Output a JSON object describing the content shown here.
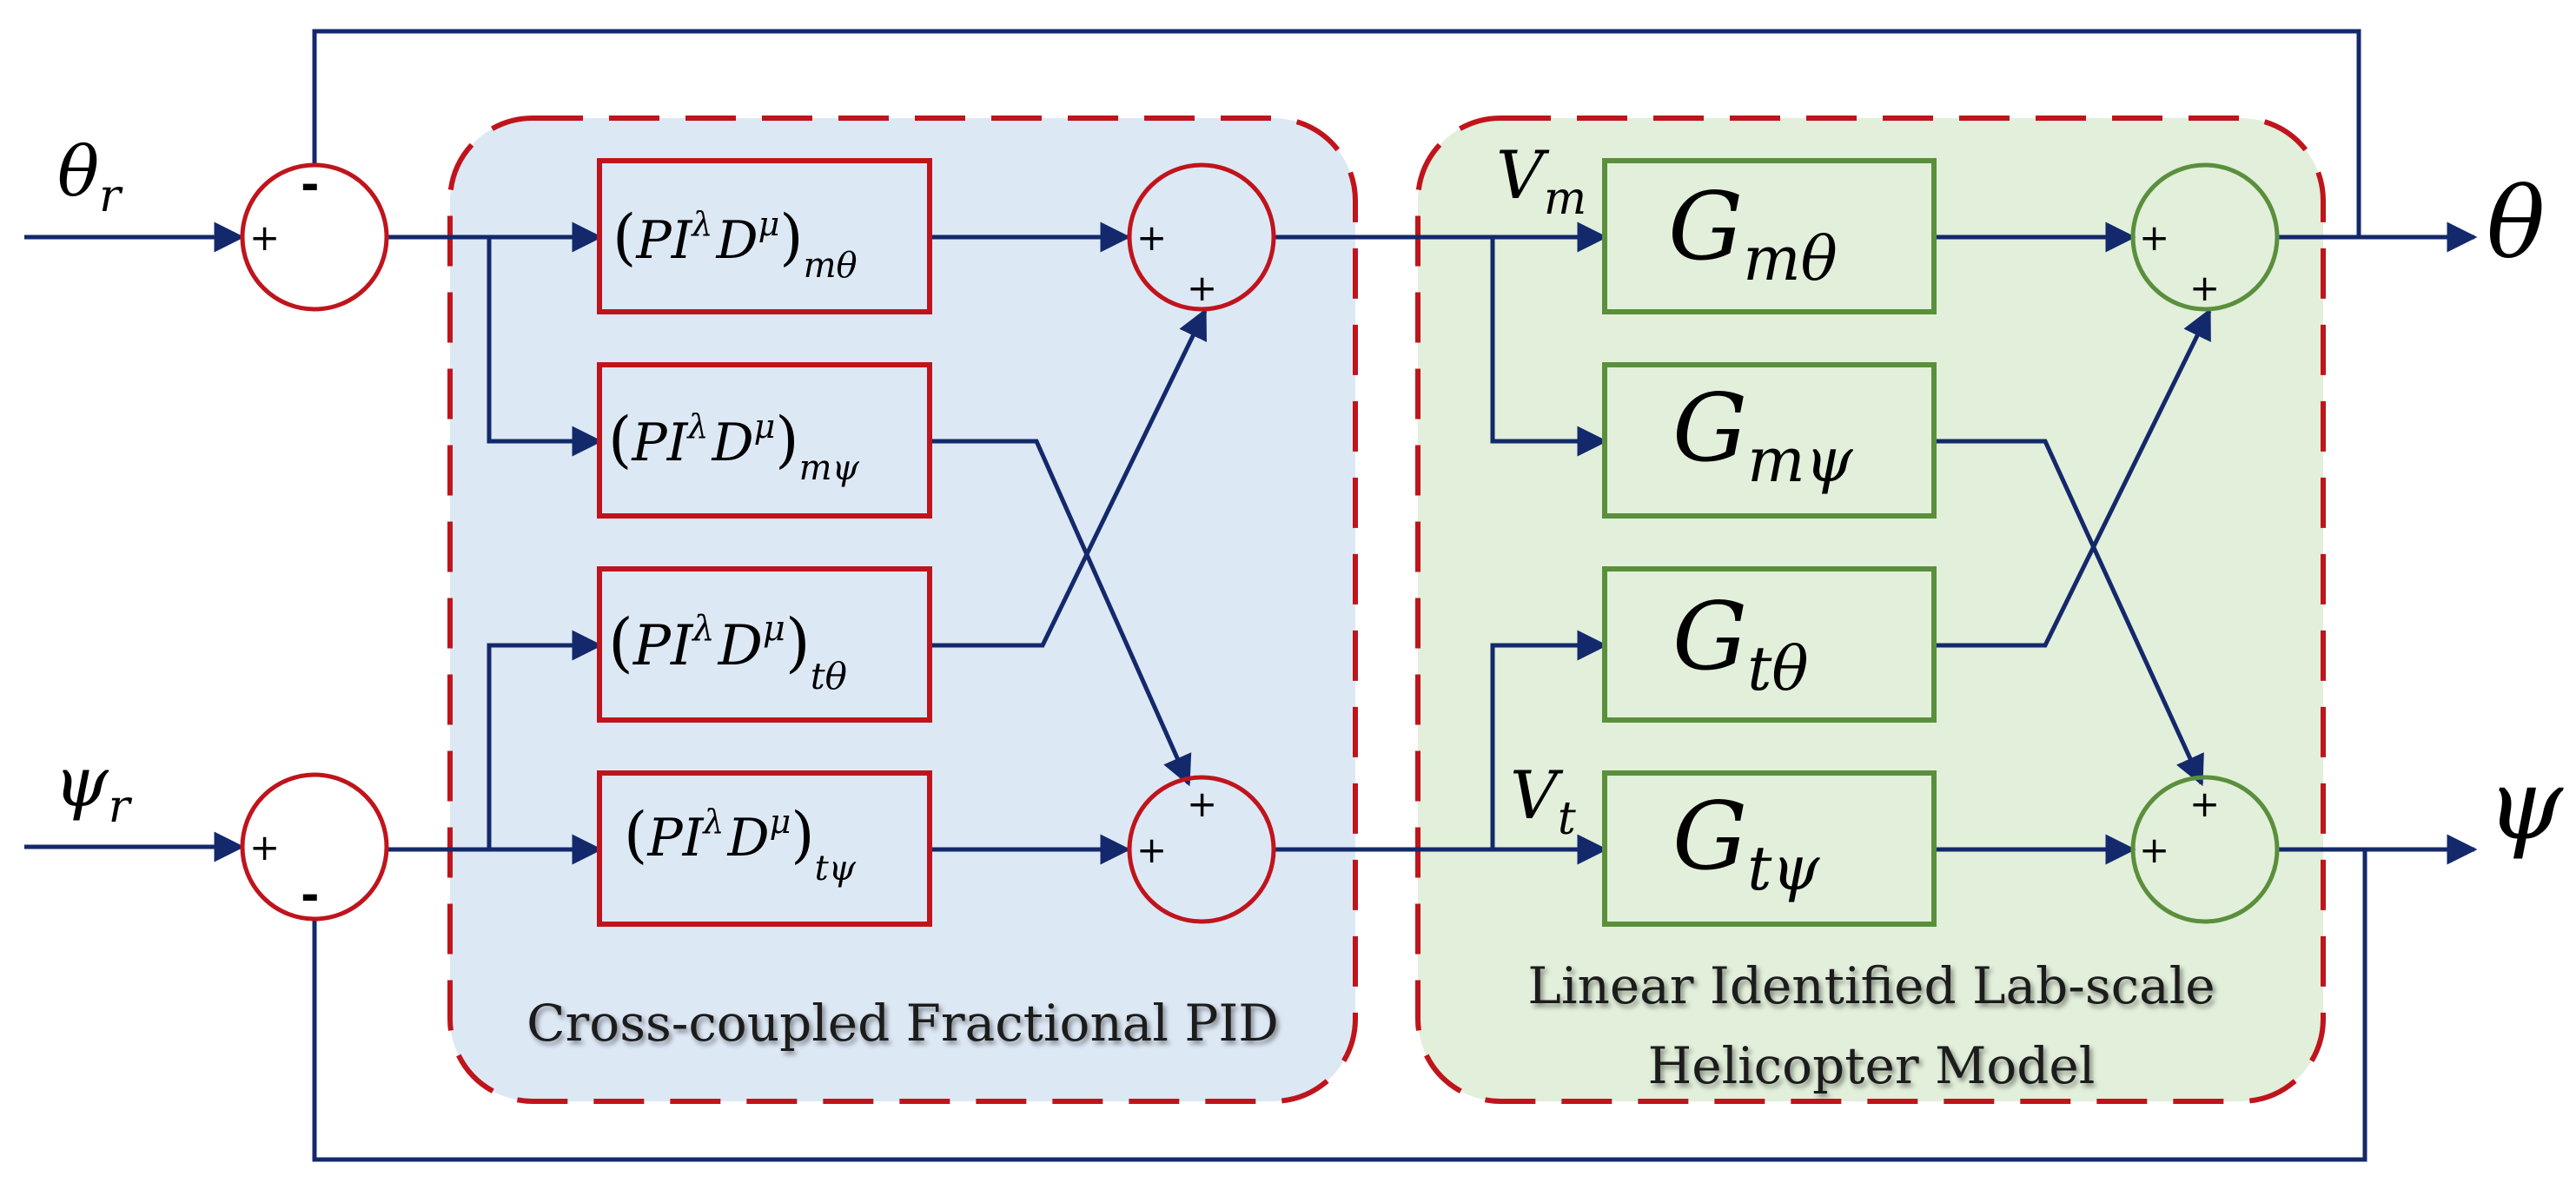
{
  "inputs": {
    "theta_ref": {
      "base": "θ",
      "sub": "r"
    },
    "psi_ref": {
      "base": "ψ",
      "sub": "r"
    }
  },
  "outputs": {
    "theta": "θ",
    "psi": "ψ"
  },
  "signals": {
    "vm": {
      "base": "V",
      "sub": "m"
    },
    "vt": {
      "base": "V",
      "sub": "t"
    }
  },
  "signs": {
    "plus": "+",
    "minus": "-"
  },
  "controller": {
    "caption": "Cross-coupled Fractional PID",
    "blocks": [
      {
        "sub": "mθ"
      },
      {
        "sub": "mψ"
      },
      {
        "sub": "tθ"
      },
      {
        "sub": "tψ"
      }
    ],
    "expr": {
      "lparen": "(",
      "p": "P",
      "i": "I",
      "lambda": "λ",
      "d": "D",
      "mu": "μ",
      "rparen": ")"
    }
  },
  "plant": {
    "caption_line1": "Linear Identified Lab-scale",
    "caption_line2": "Helicopter Model",
    "blocks": [
      {
        "base": "G",
        "sub": "mθ"
      },
      {
        "base": "G",
        "sub": "mψ"
      },
      {
        "base": "G",
        "sub": "tθ"
      },
      {
        "base": "G",
        "sub": "tψ"
      }
    ]
  },
  "colors": {
    "controller_fill": "#dde8f5",
    "plant_fill": "#e2efda",
    "dashed_border": "#c0141c",
    "controller_block": "#c0141c",
    "plant_block": "#5a8f3c",
    "arrow": "#13296b"
  }
}
